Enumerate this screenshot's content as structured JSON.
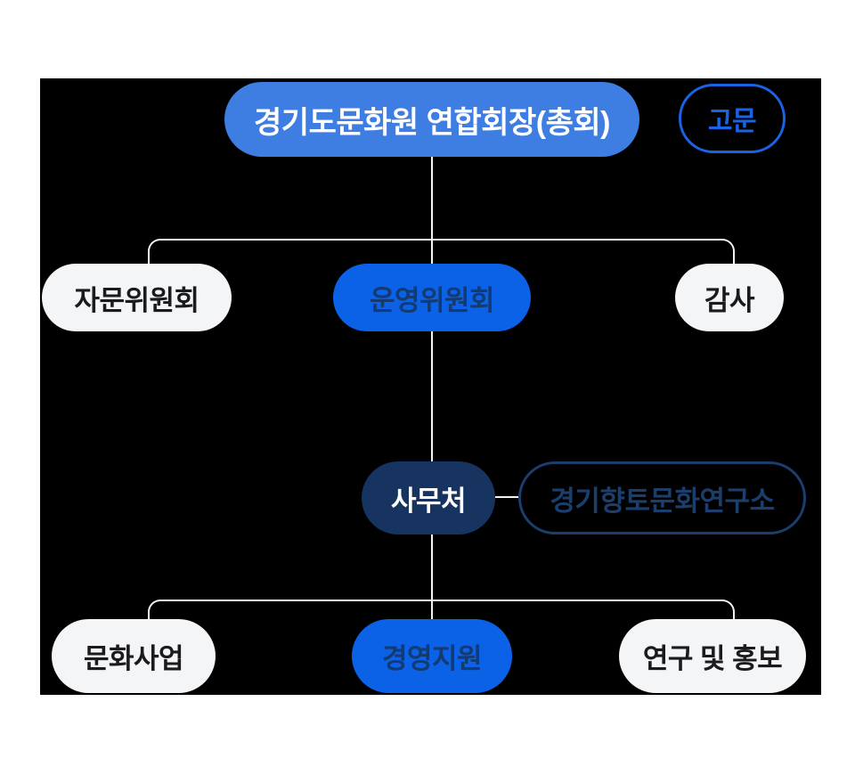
{
  "diagram": {
    "type": "org-chart",
    "nodes": {
      "president": {
        "label": "경기도문화원 연합회장(총회)",
        "level": 1,
        "style": "filled-medium-blue"
      },
      "advisor": {
        "label": "고문",
        "level": 1,
        "style": "outline-bright-blue"
      },
      "advisory_committee": {
        "label": "자문위원회",
        "level": 2,
        "style": "filled-white"
      },
      "steering_committee": {
        "label": "운영위원회",
        "level": 2,
        "style": "filled-bright-blue"
      },
      "auditor": {
        "label": "감사",
        "level": 2,
        "style": "filled-white"
      },
      "secretariat": {
        "label": "사무처",
        "level": 3,
        "style": "filled-navy"
      },
      "research_institute": {
        "label": "경기향토문화연구소",
        "level": 3,
        "style": "outline-navy"
      },
      "culture_business": {
        "label": "문화사업",
        "level": 4,
        "style": "filled-white"
      },
      "management_support": {
        "label": "경영지원",
        "level": 4,
        "style": "filled-bright-blue"
      },
      "research_pr": {
        "label": "연구 및 홍보",
        "level": 4,
        "style": "filled-white"
      }
    },
    "edges": [
      [
        "president",
        "advisory_committee"
      ],
      [
        "president",
        "steering_committee"
      ],
      [
        "president",
        "auditor"
      ],
      [
        "steering_committee",
        "secretariat"
      ],
      [
        "secretariat",
        "research_institute"
      ],
      [
        "secretariat",
        "culture_business"
      ],
      [
        "secretariat",
        "management_support"
      ],
      [
        "secretariat",
        "research_pr"
      ]
    ],
    "colors": {
      "page_background": "#ffffff",
      "diagram_background": "#000000",
      "medium_blue": "#3e7de1",
      "bright_blue": "#0b62e6",
      "navy": "#16345f",
      "outline_blue": "#1a62e6",
      "outline_navy": "#1c3e6d",
      "pill_white": "#f4f5f7",
      "text_on_bright_blue": "#143a72",
      "text_dark": "#1b1b1e",
      "connector_line": "#f2f2f4"
    }
  }
}
